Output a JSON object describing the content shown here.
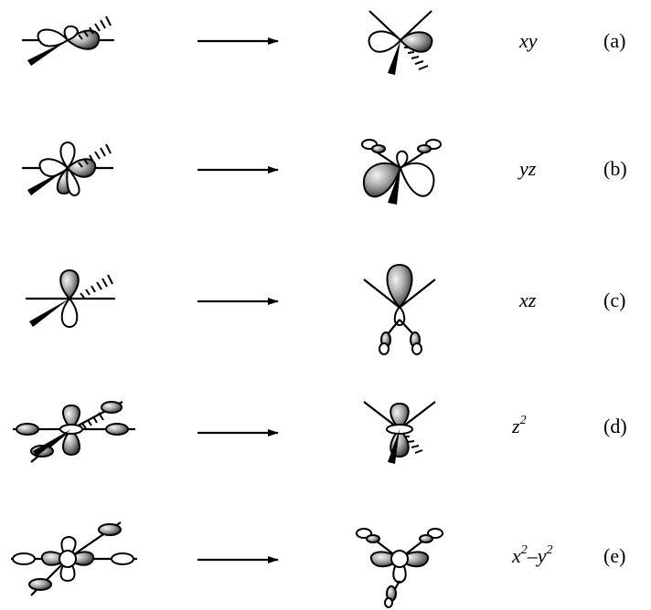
{
  "rows": [
    {
      "id": "a",
      "label_main": "xy",
      "label_sup1": "",
      "label_mid": "",
      "label_sup2": "",
      "letter": "(a)"
    },
    {
      "id": "b",
      "label_main": "yz",
      "label_sup1": "",
      "label_mid": "",
      "label_sup2": "",
      "letter": "(b)"
    },
    {
      "id": "c",
      "label_main": "xz",
      "label_sup1": "",
      "label_mid": "",
      "label_sup2": "",
      "letter": "(c)"
    },
    {
      "id": "d",
      "label_main": "z",
      "label_sup1": "2",
      "label_mid": "",
      "label_sup2": "",
      "letter": "(d)"
    },
    {
      "id": "e",
      "label_main": "x",
      "label_sup1": "2",
      "label_mid": "–y",
      "label_sup2": "2",
      "letter": "(e)"
    }
  ],
  "colors": {
    "ink": "#000000",
    "shade": "#7a7a7a",
    "highlight": "#f4f4f4",
    "paper": "#ffffff"
  }
}
